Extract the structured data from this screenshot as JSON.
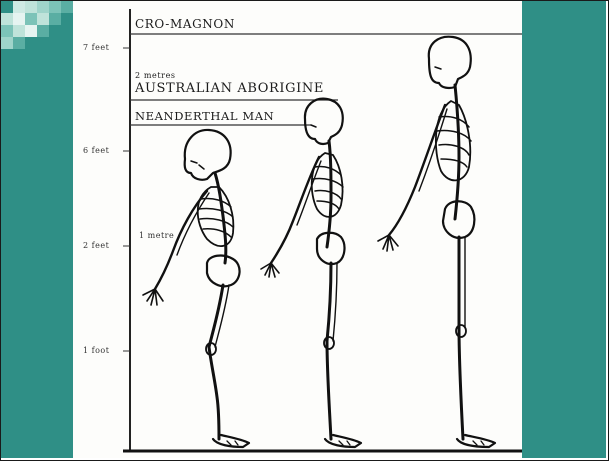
{
  "colors": {
    "teal_band": "#2f8f86",
    "mosaic_light": "#bfe3da",
    "mosaic_mid": "#7cc3b8",
    "ink": "#1c1c1c",
    "paper": "#fdfdfb"
  },
  "figure": {
    "labels": {
      "cro_magnon": "CRO-MAGNON",
      "aborigine_metres": "2 metres",
      "aborigine": "AUSTRALIAN ABORIGINE",
      "neanderthal": "NEANDERTHAL MAN"
    },
    "scale": {
      "feet_7": "7 feet",
      "feet_6": "6 feet",
      "metres_1": "1 metre",
      "feet_2": "2 feet",
      "feet_1": "1 foot"
    }
  }
}
